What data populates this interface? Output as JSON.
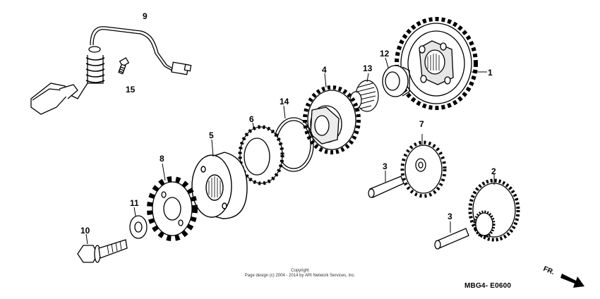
{
  "diagram": {
    "callouts": [
      {
        "id": "1",
        "label": "1"
      },
      {
        "id": "2",
        "label": "2"
      },
      {
        "id": "3a",
        "label": "3"
      },
      {
        "id": "3b",
        "label": "3"
      },
      {
        "id": "4",
        "label": "4"
      },
      {
        "id": "5",
        "label": "5"
      },
      {
        "id": "6",
        "label": "6"
      },
      {
        "id": "7",
        "label": "7"
      },
      {
        "id": "8",
        "label": "8"
      },
      {
        "id": "9",
        "label": "9"
      },
      {
        "id": "10",
        "label": "10"
      },
      {
        "id": "11",
        "label": "11"
      },
      {
        "id": "12",
        "label": "12"
      },
      {
        "id": "13",
        "label": "13"
      },
      {
        "id": "14",
        "label": "14"
      },
      {
        "id": "15",
        "label": "15"
      }
    ],
    "copyright_line1": "Copyright",
    "copyright_line2": "Page design (c) 2004 - 2014 by ARI Network Services, Inc.",
    "code": "MBG4- E0600",
    "fr_label": "FR."
  }
}
